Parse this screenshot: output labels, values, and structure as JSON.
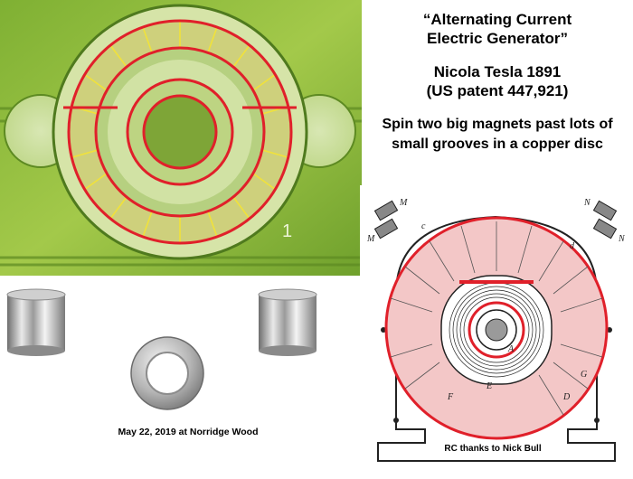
{
  "title": {
    "line1": "“Alternating Current",
    "line2": "Electric Generator”",
    "inventor": "Nicola Tesla 1891",
    "patent": "(US patent 447,921)",
    "description_line1": "Spin two big magnets past lots of",
    "description_line2": "small grooves in a copper disc"
  },
  "photo_caption": "May  22, 2019 at Norridge  Wood",
  "diagram": {
    "credit": "RC thanks to Nick Bull",
    "letters": [
      "M",
      "M",
      "N",
      "N",
      "c",
      "d",
      "E",
      "F",
      "G",
      "D",
      "A"
    ]
  },
  "colors": {
    "field_green": "#8dbb3a",
    "overlay_red": "#e0202a",
    "overlay_yellow": "#f1e23a",
    "diagram_pink": "#f3c7c7"
  },
  "icons": [
    "crop-circle-photo",
    "cylinder-magnet",
    "ring-magnet",
    "generator-diagram"
  ]
}
